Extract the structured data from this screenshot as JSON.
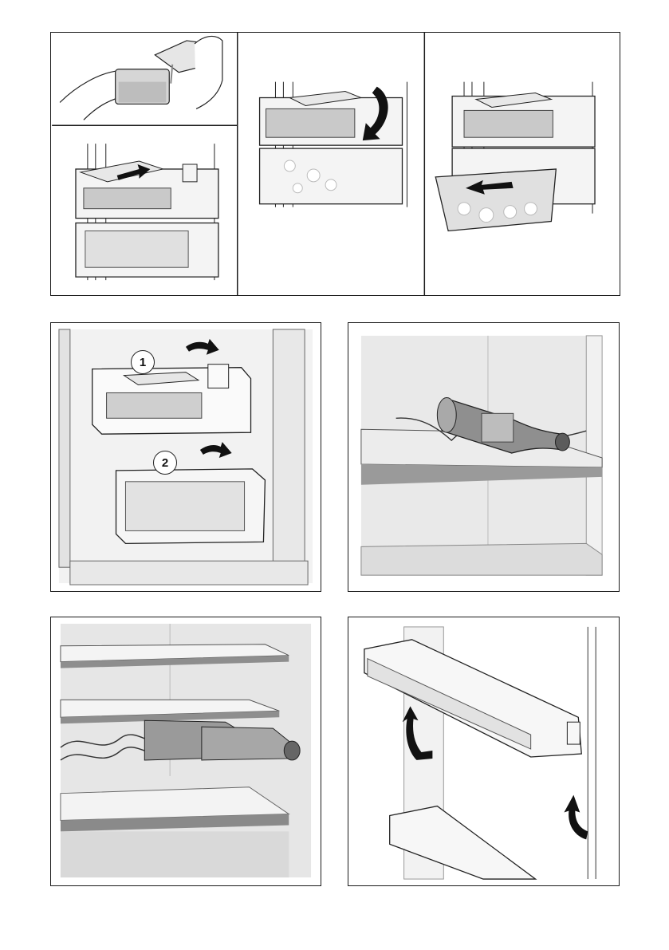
{
  "figures": [
    {
      "id": "fill-ice-tray",
      "icon": "pouring-water-into-ice-tray"
    },
    {
      "id": "insert-ice-tray",
      "icon": "slide-tray-into-ice-maker"
    },
    {
      "id": "twist-ice-lever",
      "icon": "turn-lever-to-release-ice"
    },
    {
      "id": "pull-ice-drawer",
      "icon": "pull-out-ice-container"
    },
    {
      "id": "remove-ice-unit",
      "icon": "lift-out-ice-maker-and-container"
    },
    {
      "id": "bottle-rack",
      "icon": "bottle-lying-in-holder"
    },
    {
      "id": "wine-shelf",
      "icon": "wine-rack-under-glass-shelf"
    },
    {
      "id": "door-shelf",
      "icon": "lift-out-door-shelf"
    }
  ],
  "callouts": {
    "first": "1",
    "second": "2"
  },
  "colors": {
    "line": "#1a1a1a",
    "grey": "#d9d9d9",
    "light": "#efefef",
    "arrow": "#111111"
  }
}
